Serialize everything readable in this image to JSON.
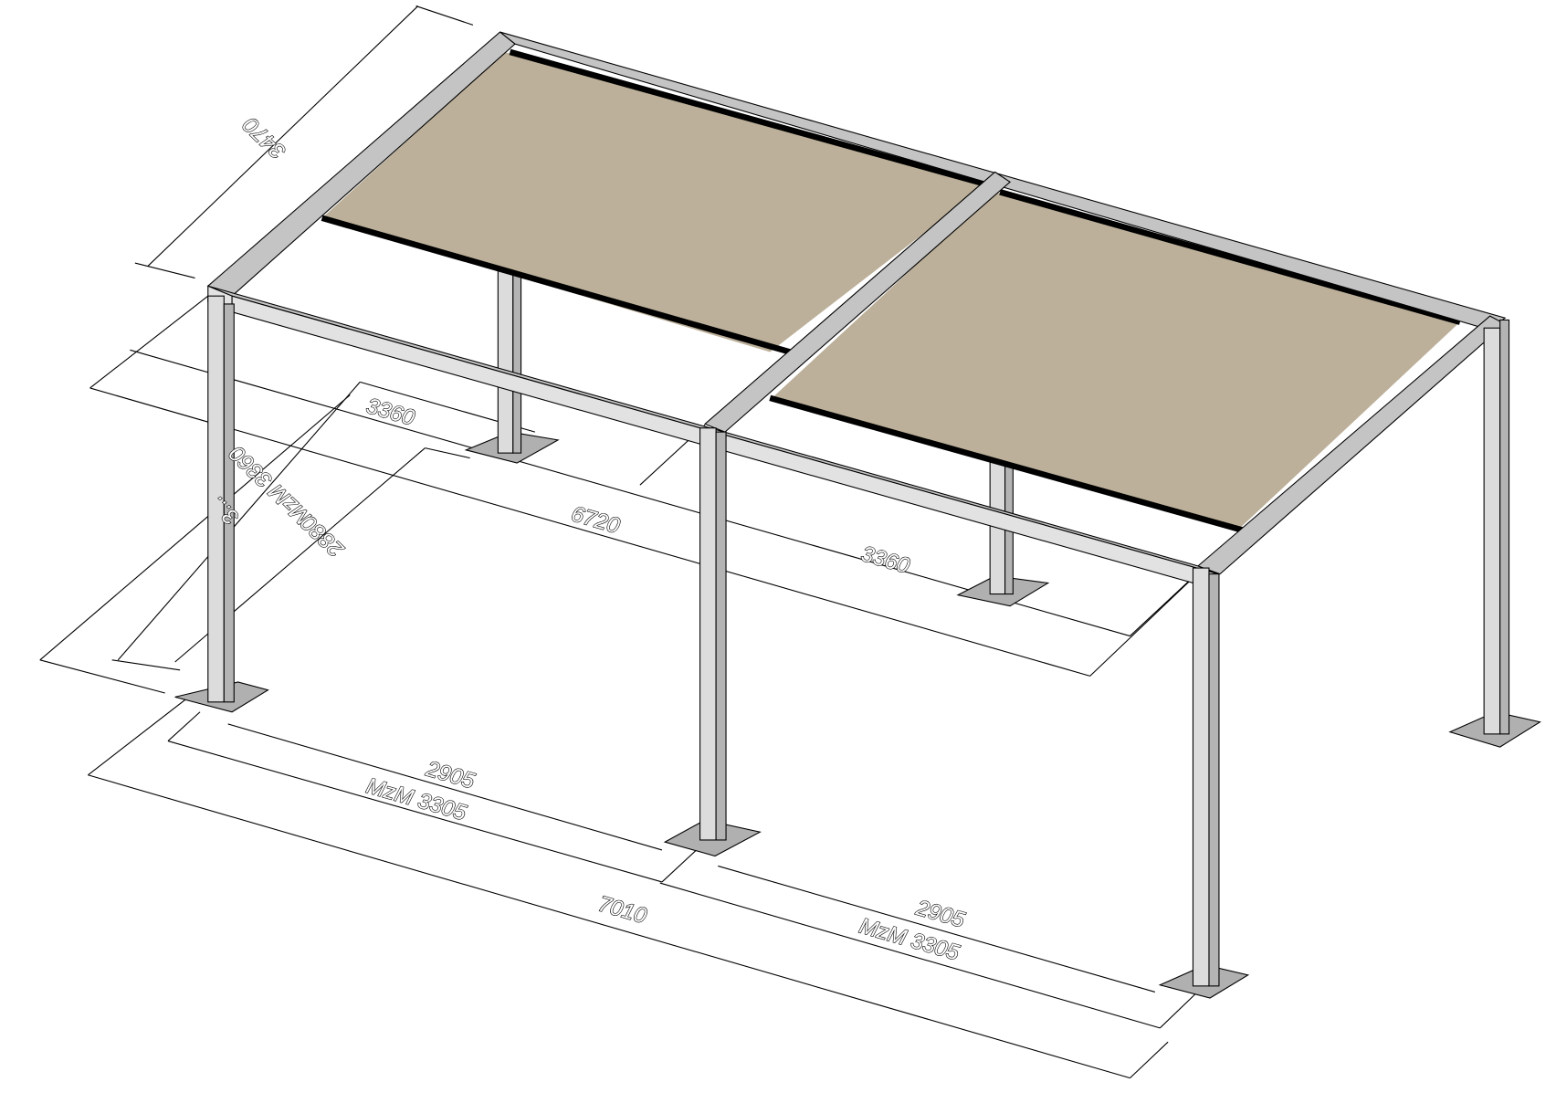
{
  "drawing": {
    "type": "isometric pergola with two retractable fabric canopy panels",
    "colors": {
      "background": "#ffffff",
      "canopy_fabric": "#bcb09a",
      "frame_light": "#e2e2e2",
      "frame_mid": "#c4c4c4",
      "frame_dark": "#b4b4b4",
      "base_plate": "#b0b0b0",
      "line": "#000000"
    },
    "dimensions": {
      "depth_top": "3470",
      "depth_left_partial": "3...",
      "depth_mzm": "MzM 3360",
      "depth_inner": "2880",
      "bay_left": "3360",
      "bay_right": "3360",
      "total_canopy": "6720",
      "span_left_clear": "2905",
      "span_left_mzm": "MzM 3305",
      "span_right_clear": "2905",
      "span_right_mzm": "MzM 3305",
      "total_length": "7010"
    }
  }
}
